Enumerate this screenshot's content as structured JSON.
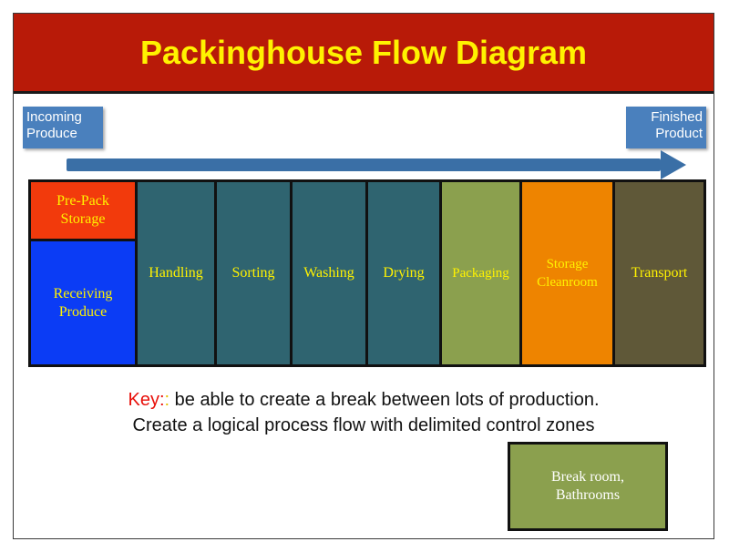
{
  "title": "Packinghouse Flow Diagram",
  "flow": {
    "start_label": "Incoming\nProduce",
    "end_label": "Finished\nProduct",
    "arrow_color": "#3a6fa6"
  },
  "zones": [
    {
      "label": "Pre-Pack\nStorage",
      "color": "#f23a0c",
      "text_color": "#fff200"
    },
    {
      "label": "Receiving\nProduce",
      "color": "#0b3cf5",
      "text_color": "#fff200"
    },
    {
      "label": "Handling",
      "color": "#2f6470",
      "text_color": "#fff200"
    },
    {
      "label": "Sorting",
      "color": "#2f6470",
      "text_color": "#fff200"
    },
    {
      "label": "Washing",
      "color": "#2f6470",
      "text_color": "#fff200"
    },
    {
      "label": "Drying",
      "color": "#2f6470",
      "text_color": "#fff200"
    },
    {
      "label": "Packaging",
      "color": "#8ba04e",
      "text_color": "#fff200"
    },
    {
      "label": "Storage\nCleanroom",
      "color": "#ee8400",
      "text_color": "#fff200"
    },
    {
      "label": "Transport",
      "color": "#5f5838",
      "text_color": "#fff200"
    }
  ],
  "key": {
    "label": "Key:",
    "colon": ":",
    "line1": " be able to create a break between lots of production.",
    "line2": "Create a logical process flow with delimited control zones"
  },
  "break_room": {
    "label": "Break room,\nBathrooms",
    "color": "#8ba04e"
  },
  "colors": {
    "title_bg": "#b81a08",
    "title_text": "#fff200",
    "tag_bg": "#4a80bd"
  }
}
